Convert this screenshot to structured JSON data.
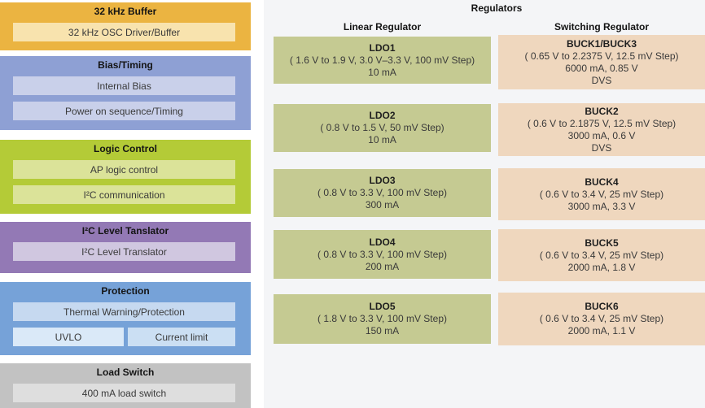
{
  "left_blocks": [
    {
      "title": "32 kHz Buffer",
      "items": [
        "32 kHz OSC Driver/Buffer"
      ],
      "bg": "#EBB441",
      "item_bg": "#F8E3AE"
    },
    {
      "title": "Bias/Timing",
      "items": [
        "Internal Bias",
        "Power on sequence/Timing"
      ],
      "bg": "#8EA0D4",
      "item_bg": "#C9D0EA"
    },
    {
      "title": "Logic Control",
      "items": [
        "AP logic control",
        "I²C communication"
      ],
      "bg": "#B4CB37",
      "item_bg": "#DBE399"
    },
    {
      "title": "I²C Level Tanslator",
      "items": [
        "I²C Level Translator"
      ],
      "bg": "#9379B5",
      "item_bg": "#D0C7E0"
    },
    {
      "title": "Protection",
      "items": [
        "Thermal Warning/Protection"
      ],
      "split_items": [
        "UVLO",
        "Current limit"
      ],
      "bg": "#76A2D8",
      "item_bg": "#C6D9F0",
      "uvlo_bg": "#DAE9F8",
      "current_limit_bg": "#CBDFF3"
    },
    {
      "title": "Load Switch",
      "items": [
        "400 mA load switch"
      ],
      "bg": "#C2C2C2",
      "item_bg": "#DEDEDE"
    }
  ],
  "regulators": {
    "title": "Regulators",
    "linear_header": "Linear Regulator",
    "switching_header": "Switching Regulator",
    "panel_bg": "#F4F5F7",
    "linear_bg": "#C5CA92",
    "switching_bg": "#EFD7BE",
    "linear": [
      {
        "name": "LDO1",
        "lines": [
          "( 1.6 V to 1.9 V, 3.0 V–3.3 V, 100 mV Step)",
          "10 mA"
        ]
      },
      {
        "name": "LDO2",
        "lines": [
          "( 0.8 V to 1.5 V, 50 mV Step)",
          "10 mA"
        ]
      },
      {
        "name": "LDO3",
        "lines": [
          "( 0.8 V to 3.3 V, 100 mV Step)",
          "300 mA"
        ]
      },
      {
        "name": "LDO4",
        "lines": [
          "( 0.8 V to 3.3 V, 100 mV Step)",
          "200 mA"
        ]
      },
      {
        "name": "LDO5",
        "lines": [
          "( 1.8 V to 3.3 V, 100 mV Step)",
          "150 mA"
        ]
      }
    ],
    "switching": [
      {
        "name": "BUCK1/BUCK3",
        "lines": [
          "( 0.65 V to 2.2375 V, 12.5 mV Step)",
          "6000 mA, 0.85 V",
          "DVS"
        ]
      },
      {
        "name": "BUCK2",
        "lines": [
          "( 0.6 V to 2.1875 V, 12.5 mV Step)",
          "3000 mA, 0.6 V",
          "DVS"
        ]
      },
      {
        "name": "BUCK4",
        "lines": [
          "( 0.6 V to 3.4 V, 25 mV Step)",
          "3000 mA, 3.3 V"
        ]
      },
      {
        "name": "BUCK5",
        "lines": [
          "( 0.6 V to 3.4 V, 25 mV Step)",
          "2000 mA, 1.8 V"
        ]
      },
      {
        "name": "BUCK6",
        "lines": [
          "( 0.6 V to 3.4 V, 25 mV Step)",
          "2000 mA, 1.1 V"
        ]
      }
    ]
  }
}
